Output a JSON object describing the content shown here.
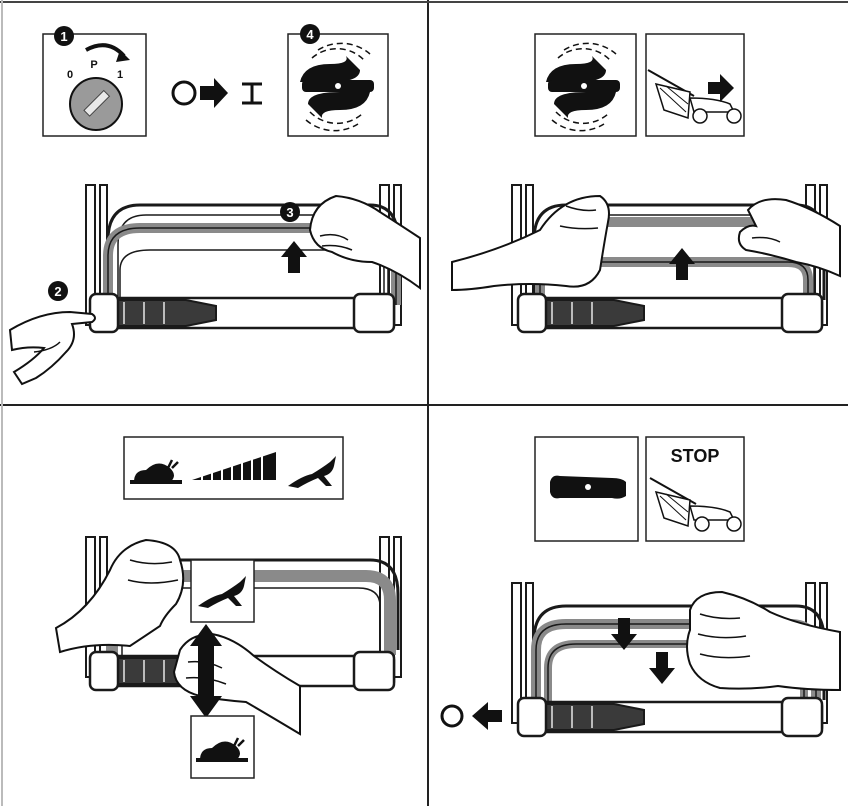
{
  "panels": {
    "start": {
      "step_1": "1",
      "step_2": "2",
      "step_3": "3",
      "step_4": "4",
      "key_pos_0": "0",
      "key_pos_p": "P",
      "key_pos_1": "1",
      "icons": [
        "key-switch-icon",
        "off-to-on-icon",
        "spinning-blade-icon",
        "pointing-hand-icon",
        "gripping-hand-icon",
        "up-arrow-icon"
      ]
    },
    "drive": {
      "icons": [
        "spinning-blade-icon",
        "mower-forward-icon",
        "two-hands-on-bar-icon",
        "up-arrow-icon"
      ]
    },
    "speed": {
      "icons": [
        "slow-snail-icon",
        "speed-ramp-icon",
        "fast-hare-icon",
        "twist-grip-icon",
        "double-arrow-icon"
      ]
    },
    "stop": {
      "stop_label": "STOP",
      "icons": [
        "stopped-blade-icon",
        "mower-stop-icon",
        "release-bar-icon",
        "down-arrow-icon",
        "off-icon"
      ]
    }
  },
  "colors": {
    "line": "#1a1a1a",
    "grey_bar": "#8a8a8a",
    "background": "#ffffff"
  }
}
